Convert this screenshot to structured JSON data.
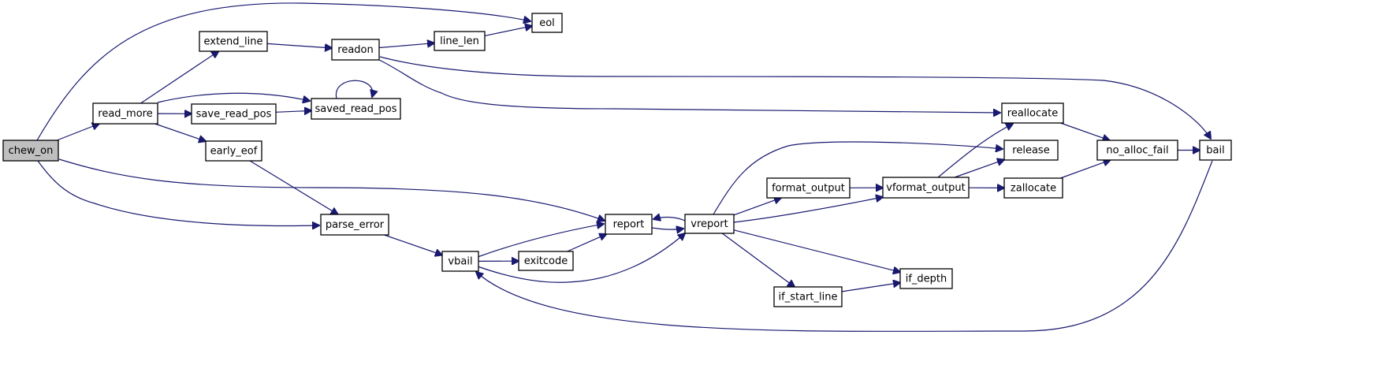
{
  "diagram": {
    "nodes": [
      {
        "id": "chew_on",
        "label": "chew_on",
        "root": true
      },
      {
        "id": "eol",
        "label": "eol"
      },
      {
        "id": "extend_line",
        "label": "extend_line"
      },
      {
        "id": "readon",
        "label": "readon"
      },
      {
        "id": "line_len",
        "label": "line_len"
      },
      {
        "id": "read_more",
        "label": "read_more"
      },
      {
        "id": "save_read_pos",
        "label": "save_read_pos"
      },
      {
        "id": "saved_read_pos",
        "label": "saved_read_pos"
      },
      {
        "id": "early_eof",
        "label": "early_eof"
      },
      {
        "id": "parse_error",
        "label": "parse_error"
      },
      {
        "id": "vbail",
        "label": "vbail"
      },
      {
        "id": "exitcode",
        "label": "exitcode"
      },
      {
        "id": "report",
        "label": "report"
      },
      {
        "id": "vreport",
        "label": "vreport"
      },
      {
        "id": "format_output",
        "label": "format_output"
      },
      {
        "id": "vformat_output",
        "label": "vformat_output"
      },
      {
        "id": "if_start_line",
        "label": "if_start_line"
      },
      {
        "id": "if_depth",
        "label": "if_depth"
      },
      {
        "id": "reallocate",
        "label": "reallocate"
      },
      {
        "id": "release",
        "label": "release"
      },
      {
        "id": "zallocate",
        "label": "zallocate"
      },
      {
        "id": "no_alloc_fail",
        "label": "no_alloc_fail"
      },
      {
        "id": "bail",
        "label": "bail"
      }
    ],
    "edges": [
      {
        "from": "chew_on",
        "to": "eol"
      },
      {
        "from": "chew_on",
        "to": "read_more"
      },
      {
        "from": "chew_on",
        "to": "report"
      },
      {
        "from": "chew_on",
        "to": "parse_error"
      },
      {
        "from": "read_more",
        "to": "extend_line"
      },
      {
        "from": "read_more",
        "to": "saved_read_pos"
      },
      {
        "from": "read_more",
        "to": "save_read_pos"
      },
      {
        "from": "read_more",
        "to": "early_eof"
      },
      {
        "from": "extend_line",
        "to": "readon"
      },
      {
        "from": "readon",
        "to": "line_len"
      },
      {
        "from": "readon",
        "to": "bail"
      },
      {
        "from": "readon",
        "to": "reallocate"
      },
      {
        "from": "line_len",
        "to": "eol"
      },
      {
        "from": "save_read_pos",
        "to": "saved_read_pos"
      },
      {
        "from": "saved_read_pos",
        "to": "saved_read_pos"
      },
      {
        "from": "early_eof",
        "to": "parse_error"
      },
      {
        "from": "parse_error",
        "to": "vbail"
      },
      {
        "from": "vbail",
        "to": "report"
      },
      {
        "from": "vbail",
        "to": "exitcode"
      },
      {
        "from": "vbail",
        "to": "vreport"
      },
      {
        "from": "exitcode",
        "to": "report"
      },
      {
        "from": "report",
        "to": "vreport"
      },
      {
        "from": "vreport",
        "to": "report"
      },
      {
        "from": "vreport",
        "to": "release"
      },
      {
        "from": "vreport",
        "to": "format_output"
      },
      {
        "from": "vreport",
        "to": "vformat_output"
      },
      {
        "from": "vreport",
        "to": "if_depth"
      },
      {
        "from": "vreport",
        "to": "if_start_line"
      },
      {
        "from": "format_output",
        "to": "vformat_output"
      },
      {
        "from": "vformat_output",
        "to": "reallocate"
      },
      {
        "from": "vformat_output",
        "to": "release"
      },
      {
        "from": "vformat_output",
        "to": "zallocate"
      },
      {
        "from": "if_start_line",
        "to": "if_depth"
      },
      {
        "from": "reallocate",
        "to": "no_alloc_fail"
      },
      {
        "from": "zallocate",
        "to": "no_alloc_fail"
      },
      {
        "from": "no_alloc_fail",
        "to": "bail"
      },
      {
        "from": "bail",
        "to": "vbail"
      }
    ]
  }
}
